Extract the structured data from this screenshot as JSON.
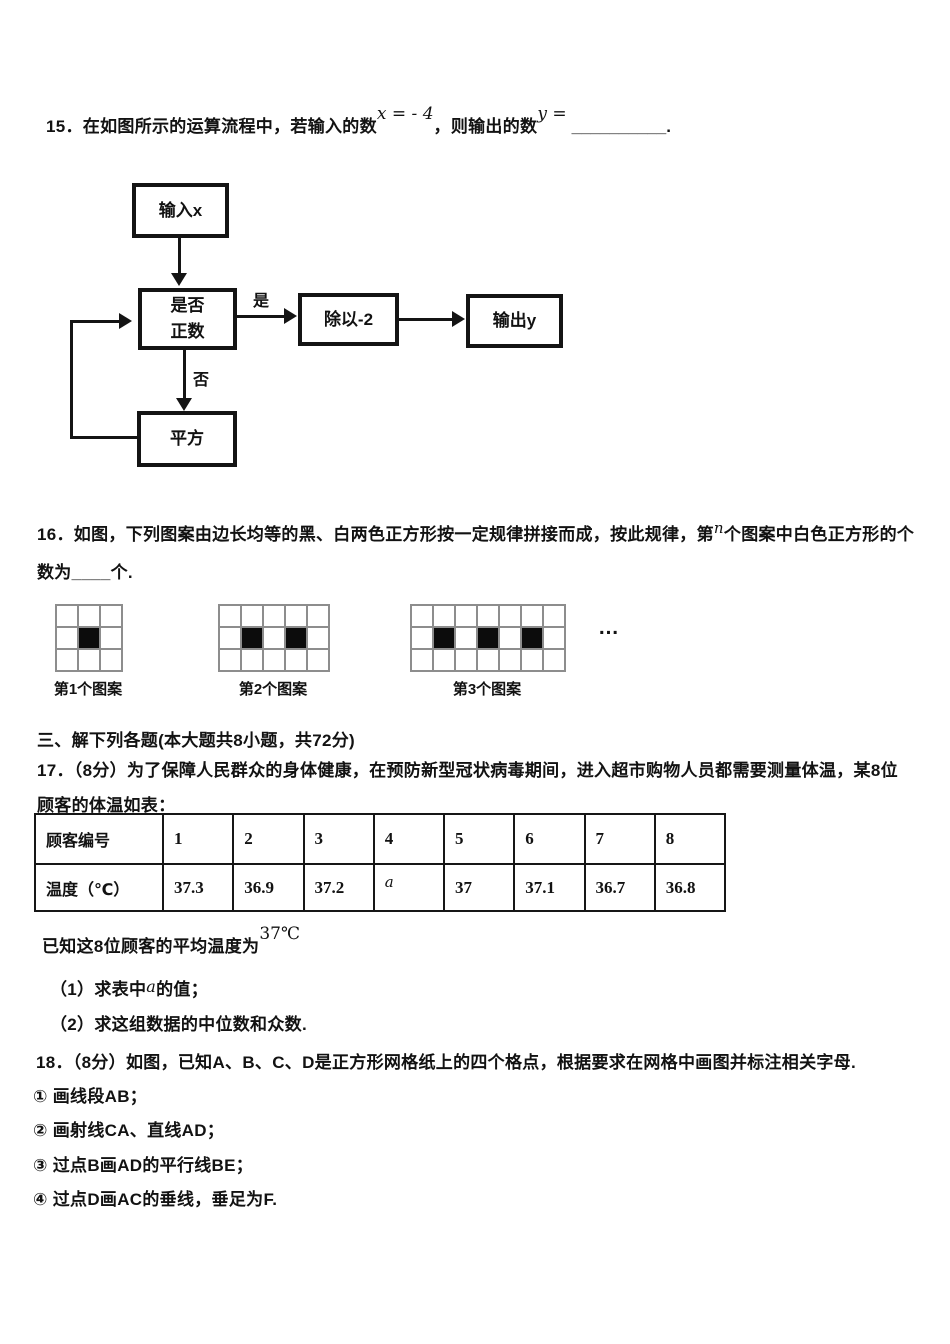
{
  "q15": {
    "prefix": "15．在如图所示的运算流程中，若输入的数",
    "math_x": "x = - 4",
    "mid": "，则输出的数",
    "math_y": "y =",
    "blank": "__________",
    "suffix": "."
  },
  "flowchart": {
    "boxes": {
      "input": "输入x",
      "decision": [
        "是否",
        "正数"
      ],
      "divide": "除以-2",
      "output": "输出y",
      "square": "平方"
    },
    "labels": {
      "yes": "是",
      "no": "否"
    }
  },
  "q16": {
    "line1_prefix": "16．如图，下列图案由边长均等的黑、白两色正方形按一定规律拼接而成，按此规律，第",
    "math_n": "n",
    "line1_suffix": "个图案中白色正方形的个",
    "line2": "数为____个.",
    "ellipsis": "…",
    "patterns": [
      {
        "label": "第1个图案",
        "rows": 3,
        "cols": 3,
        "black_cells": [
          [
            1,
            1
          ]
        ]
      },
      {
        "label": "第2个图案",
        "rows": 3,
        "cols": 5,
        "black_cells": [
          [
            1,
            1
          ],
          [
            1,
            3
          ]
        ]
      },
      {
        "label": "第3个图案",
        "rows": 3,
        "cols": 7,
        "black_cells": [
          [
            1,
            1
          ],
          [
            1,
            3
          ],
          [
            1,
            5
          ]
        ]
      }
    ]
  },
  "section3": "三、解下列各题(本大题共8小题，共72分)",
  "q17": {
    "line1": "17．（8分）为了保障人民群众的身体健康，在预防新型冠状病毒期间，进入超市购物人员都需要测量体温，某8位",
    "line2": "顾客的体温如表：",
    "table": {
      "header": [
        "顾客编号",
        "1",
        "2",
        "3",
        "4",
        "5",
        "6",
        "7",
        "8"
      ],
      "row_label": "温度（℃）",
      "values": [
        "37.3",
        "36.9",
        "37.2",
        "a",
        "37",
        "37.1",
        "36.7",
        "36.8"
      ],
      "math_value_index": 3
    },
    "avg_prefix": "已知这8位顾客的平均温度为",
    "avg_value": "37℃",
    "part1_prefix": "（1）求表中",
    "part1_math": "a",
    "part1_suffix": "的值；",
    "part2": "（2）求这组数据的中位数和众数."
  },
  "q18": {
    "line1": "18．（8分）如图，已知A、B、C、D是正方形网格纸上的四个格点，根据要求在网格中画图并标注相关字母.",
    "items": [
      "① 画线段AB；",
      "② 画射线CA、直线AD；",
      "③ 过点B画AD的平行线BE；",
      "④ 过点D画AC的垂线，垂足为F."
    ]
  }
}
